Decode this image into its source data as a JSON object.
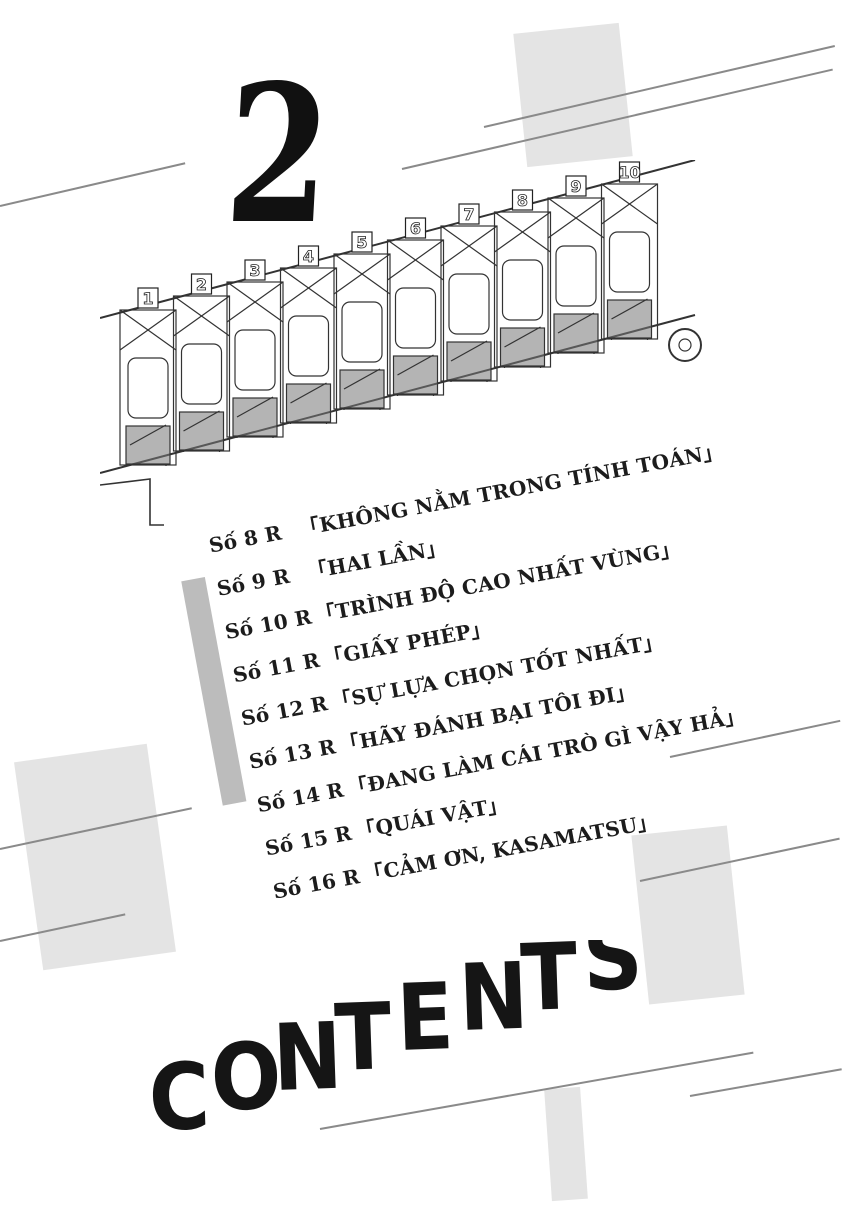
{
  "volume": {
    "number": "2"
  },
  "gate": {
    "stall_numbers": [
      "1",
      "2",
      "3",
      "4",
      "5",
      "6",
      "7",
      "8",
      "9",
      "10"
    ]
  },
  "toc": {
    "items": [
      {
        "number": "Số  8  R",
        "title": "「KHÔNG NẰM TRONG TÍNH TOÁN」"
      },
      {
        "number": "Số  9  R",
        "title": "「HAI LẦN」"
      },
      {
        "number": "Số 10 R",
        "title": "「TRÌNH ĐỘ CAO NHẤT VÙNG」"
      },
      {
        "number": "Số 11 R",
        "title": "「GIẤY PHÉP」"
      },
      {
        "number": "Số 12 R",
        "title": "「SỰ LỰA CHỌN TỐT NHẤT」"
      },
      {
        "number": "Số 13 R",
        "title": "「HÃY ĐÁNH BẠI TÔI ĐI」"
      },
      {
        "number": "Số 14 R",
        "title": "「ĐANG LÀM CÁI TRÒ GÌ VẬY HẢ」"
      },
      {
        "number": "Số 15 R",
        "title": "「QUÁI VẬT」"
      },
      {
        "number": "Số 16 R",
        "title": "「CẢM ƠN, KASAMATSU」"
      }
    ]
  },
  "contents": {
    "title": "CONTENTS",
    "letters": [
      "C",
      "O",
      "N",
      "T",
      "E",
      "N",
      "T",
      "S"
    ]
  },
  "colors": {
    "ink": "#111111",
    "block": "#e4e4e4",
    "bar": "#bcbcbc",
    "line": "#8a8a8a"
  }
}
